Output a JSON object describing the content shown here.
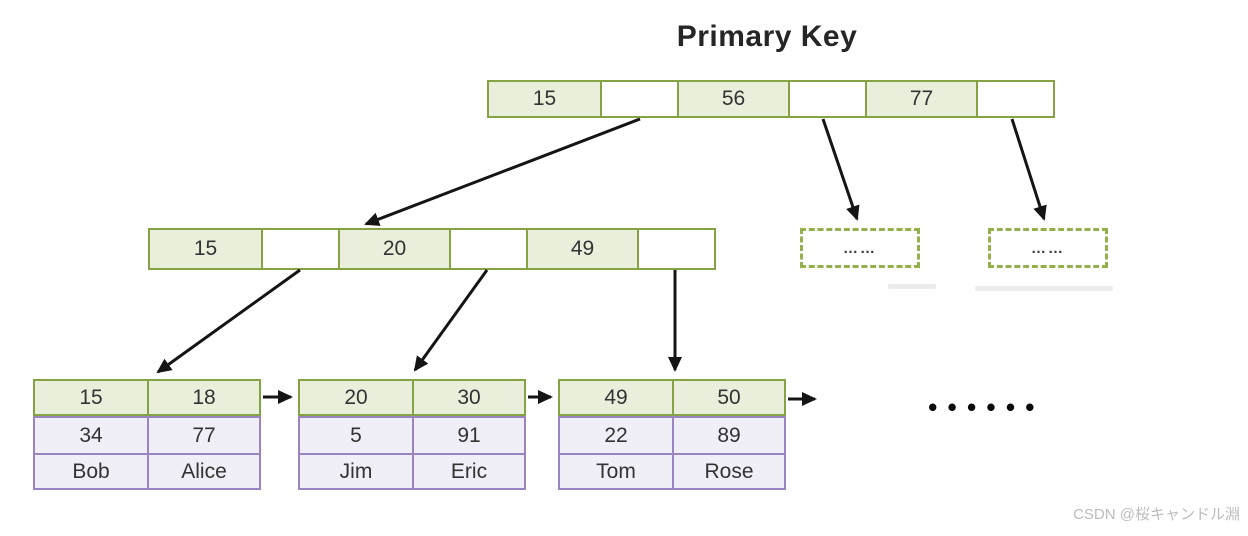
{
  "title": "Primary Key",
  "diagram_type": "b-plus-tree-primary-key-index",
  "root_node": {
    "keys": [
      "15",
      "56",
      "77"
    ]
  },
  "internal_node": {
    "keys": [
      "15",
      "20",
      "49"
    ]
  },
  "ellipsis_boxes": [
    {
      "label": "……"
    },
    {
      "label": "……"
    }
  ],
  "leaves": [
    {
      "keys": [
        "15",
        "18"
      ],
      "values": [
        "34",
        "77"
      ],
      "names": [
        "Bob",
        "Alice"
      ]
    },
    {
      "keys": [
        "20",
        "30"
      ],
      "values": [
        "5",
        "91"
      ],
      "names": [
        "Jim",
        "Eric"
      ]
    },
    {
      "keys": [
        "49",
        "50"
      ],
      "values": [
        "22",
        "89"
      ],
      "names": [
        "Tom",
        "Rose"
      ]
    }
  ],
  "more_dots": "••••••",
  "watermark": "CSDN @桜キャンドル淵",
  "colors": {
    "green_border": "#85a244",
    "green_fill": "#e9efdb",
    "purple_border": "#9a84c1",
    "purple_fill": "#f0eef6",
    "dashed_green": "#92b14d",
    "arrow": "#151515",
    "title_text": "#262626",
    "watermark_text": "#bcbcbc"
  }
}
